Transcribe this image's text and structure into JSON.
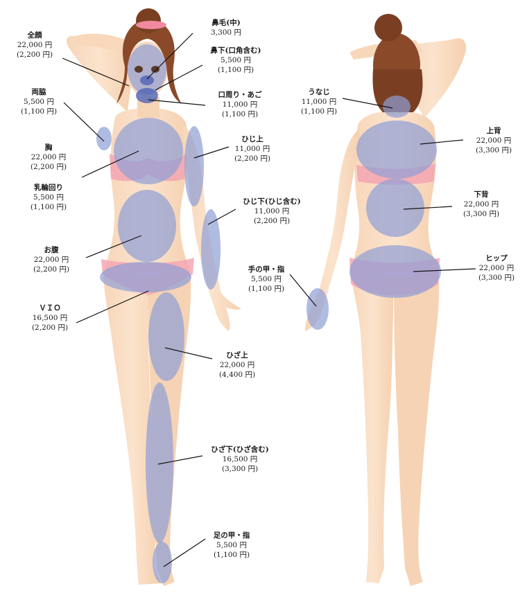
{
  "areas": [
    {
      "id": "full-face",
      "name": "全顔",
      "price": "22,000 円",
      "sub": "(2,200 円)"
    },
    {
      "id": "nose-hair",
      "name": "鼻毛(中)",
      "price": "3,300 円",
      "sub": ""
    },
    {
      "id": "under-nose",
      "name": "鼻下(口角含む)",
      "price": "5,500 円",
      "sub": "(1,100 円)"
    },
    {
      "id": "underarms",
      "name": "両脇",
      "price": "5,500 円",
      "sub": "(1,100 円)"
    },
    {
      "id": "mouth-chin",
      "name": "口周り・あご",
      "price": "11,000 円",
      "sub": "(1,100 円)"
    },
    {
      "id": "chest",
      "name": "胸",
      "price": "22,000 円",
      "sub": "(2,200 円)"
    },
    {
      "id": "upper-elbow",
      "name": "ひじ上",
      "price": "11,000 円",
      "sub": "(2,200 円)"
    },
    {
      "id": "areola",
      "name": "乳輪回り",
      "price": "5,500 円",
      "sub": "(1,100 円)"
    },
    {
      "id": "lower-elbow",
      "name": "ひじ下(ひじ含む)",
      "price": "11,000 円",
      "sub": "(2,200 円)"
    },
    {
      "id": "belly",
      "name": "お腹",
      "price": "22,000 円",
      "sub": "(2,200 円)"
    },
    {
      "id": "hand",
      "name": "手の甲・指",
      "price": "5,500 円",
      "sub": "(1,100 円)"
    },
    {
      "id": "vio",
      "name": "ＶＩＯ",
      "price": "16,500 円",
      "sub": "(2,200 円)"
    },
    {
      "id": "above-knee",
      "name": "ひざ上",
      "price": "22,000 円",
      "sub": "(4,400 円)"
    },
    {
      "id": "below-knee",
      "name": "ひざ下(ひざ含む)",
      "price": "16,500 円",
      "sub": "(3,300 円)"
    },
    {
      "id": "foot",
      "name": "足の甲・指",
      "price": "5,500 円",
      "sub": "(1,100 円)"
    },
    {
      "id": "nape",
      "name": "うなじ",
      "price": "11,000 円",
      "sub": "(1,100 円)"
    },
    {
      "id": "upper-back",
      "name": "上背",
      "price": "22,000 円",
      "sub": "(3,300 円)"
    },
    {
      "id": "lower-back",
      "name": "下背",
      "price": "22,000 円",
      "sub": "(3,300 円)"
    },
    {
      "id": "hip",
      "name": "ヒップ",
      "price": "22,000 円",
      "sub": "(3,300 円)"
    }
  ],
  "colors": {
    "skin": "#fbe1c9",
    "skin_shade": "#f5cfae",
    "hair": "#8a4a2a",
    "zone": "#8f9ed6",
    "zone_dark": "#4f63b5",
    "underwear": "#f4a7b3",
    "line": "#111111",
    "text": "#1a1a1a"
  }
}
